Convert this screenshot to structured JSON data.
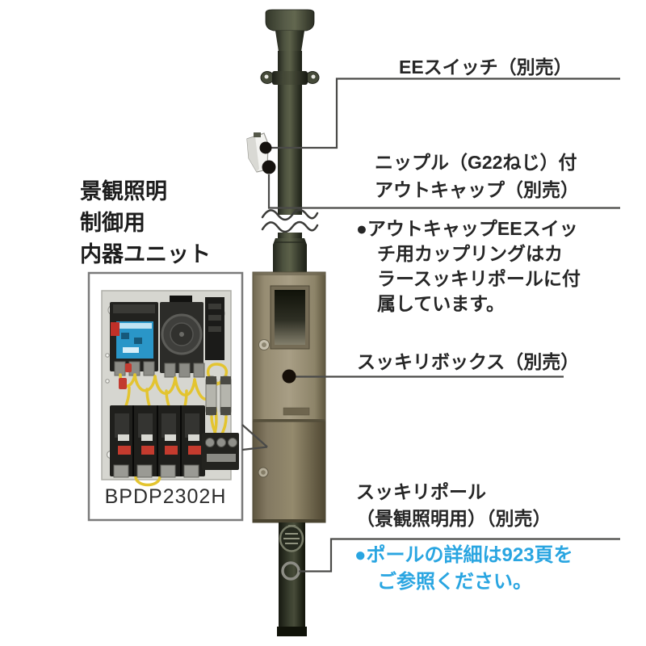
{
  "page": {
    "background": "#ffffff"
  },
  "left_panel": {
    "title_lines": [
      "景観照明",
      "制御用",
      "内器ユニット"
    ],
    "model": "BPDP2302H"
  },
  "callouts": {
    "ee_switch": "EEスイッチ（別売）",
    "nipple_outcap_lines": [
      "ニップル（G22ねじ）付",
      "アウトキャップ（別売）"
    ],
    "note_outcap_lines": [
      "●アウトキャップEEスイッ",
      "チ用カップリングはカ",
      "ラースッキリポールに付",
      "属しています。"
    ],
    "sukkiri_box": "スッキリボックス（別売）",
    "sukkiri_pole_lines": [
      "スッキリポール",
      "（景観照明用）（別売）"
    ],
    "note_pole_lines": [
      "●ポールの詳細は923頁を",
      "ご参照ください。"
    ]
  },
  "icons": {
    "callout_dot": "filled-circle-marker",
    "knockout_ring": "circle-outline-marker",
    "break_symbol": "double-wave-break",
    "arrow": "open-arrowhead"
  },
  "colors": {
    "accent_blue": "#29a5e1",
    "pole_olive": "#3e4233",
    "box_khaki": "#9b9179",
    "box_lower_khaki": "#877c62",
    "leader_line": "#4a4a48",
    "text": "#262626"
  }
}
